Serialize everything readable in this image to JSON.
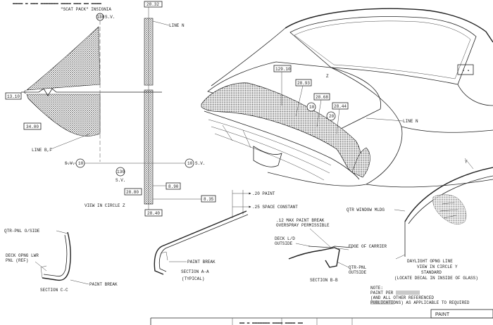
{
  "header": {
    "top_note": "\"SCAT PACK\" INSIGNIA",
    "top_dim_left": "130",
    "top_dim_left_suffix": "S.V.",
    "top_dim_right": "28.32"
  },
  "view_z": {
    "line_n": "LINE N",
    "dim_13_10": "13.10",
    "dim_c": "C",
    "dim_34_00": "34.00",
    "line_bf": "LINE B,F",
    "sv_left_num": "10",
    "sv_left_label": "S.V.",
    "sv_right_num": "10",
    "sv_right_label": "S.V.",
    "sv_bottom_num": "130",
    "sv_bottom_label": "S.V.",
    "dim_28_80": "28.80",
    "dim_8_90": "8.90",
    "dim_8_35": "8.35",
    "dim_28_40": "28.40",
    "caption": "VIEW IN CIRCLE Z"
  },
  "car_view": {
    "dim_129_10": "129.10",
    "dim_28_93": "28.93",
    "dim_28_68": "28.68",
    "dim_28_44": "28.44",
    "dim_10": "10",
    "dim_20": "20",
    "label_z": "Z",
    "label_line_n": "LINE N"
  },
  "section_aa": {
    "note_paint": ".20 PAINT",
    "note_space": ".25 SPACE CONSTANT",
    "paint_break": "PAINT BREAK",
    "caption": "SECTION A-A",
    "caption_sub": "(TYPICAL)"
  },
  "section_cc": {
    "qtr_pnl": "QTR-PNL O/SIDE",
    "deck_opng": "DECK OPNG LWR",
    "deck_opng2": "PNL (REF)",
    "paint_break": "PAINT BREAK",
    "caption": "SECTION C-C"
  },
  "section_bb": {
    "note1": ".12 MAX PAINT BREAK",
    "note2": "OVERSPRAY PERMISSIBLE",
    "deck_lid": "DECK L/D",
    "deck_lid2": "OUTSIDE",
    "edge_carrier": "EDGE OF CARRIER",
    "qtr_pnl": "QTR-PNL",
    "qtr_pnl2": "OUTSIDE",
    "caption": "SECTION B-B"
  },
  "view_y": {
    "qtr_window": "QTR WINDOW MLDG",
    "daylight": "DAYLIGHT OPNG LINE",
    "caption": "VIEW IN CIRCLE Y",
    "standard": "STANDARD",
    "locate": "(LOCATE DECAL IN INSIDE OF GLASS)",
    "label_y": "Y"
  },
  "notes": {
    "title": "NOTE:",
    "line1": "PAINT PER",
    "line2": "(AND ALL OTHER REFERENCED",
    "line3": "PUBLICATIONS) AS APPLICABLE TO REQUIRED"
  },
  "title_block": {
    "paint_label": "PAINT"
  }
}
